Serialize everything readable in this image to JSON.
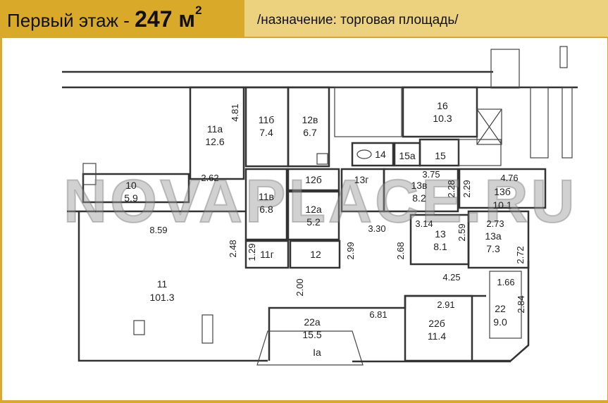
{
  "header": {
    "floor_label": "Первый этаж - ",
    "area_value": "247 м",
    "area_sup": "2",
    "purpose": "/назначение: торговая площадь/"
  },
  "watermark": "NOVAPLACE.RU",
  "colors": {
    "header_dark": "#d9a92a",
    "header_light": "#ecd27e"
  },
  "rooms": [
    {
      "num": "11а",
      "area": "12.6"
    },
    {
      "num": "11б",
      "area": "7.4"
    },
    {
      "num": "12в",
      "area": "6.7"
    },
    {
      "num": "16",
      "area": "10.3"
    },
    {
      "num": "10",
      "area": "5.9"
    },
    {
      "num": "11в",
      "area": "6.8"
    },
    {
      "num": "12б"
    },
    {
      "num": "12а",
      "area": "5.2"
    },
    {
      "num": "13г"
    },
    {
      "num": "13в",
      "area": "8.2"
    },
    {
      "num": "13б",
      "area": "10.1"
    },
    {
      "num": "14"
    },
    {
      "num": "15а"
    },
    {
      "num": "15"
    },
    {
      "num": "13",
      "area": "8.1"
    },
    {
      "num": "13а",
      "area": "7.3"
    },
    {
      "num": "11г"
    },
    {
      "num": "12"
    },
    {
      "num": "11",
      "area": "101.3"
    },
    {
      "num": "22а",
      "area": "15.5"
    },
    {
      "num": "22б",
      "area": "11.4"
    },
    {
      "num": "22",
      "area": "9.0"
    },
    {
      "num": "Iа"
    }
  ],
  "dimensions": [
    "4.81",
    "2.62",
    "8.59",
    "2.48",
    "1.29",
    "2.99",
    "3.30",
    "2.68",
    "3.14",
    "2.59",
    "3.75",
    "2.28",
    "2.29",
    "4.76",
    "2.73",
    "2.72",
    "4.25",
    "1.66",
    "2.84",
    "2.91",
    "6.81",
    "2.00"
  ]
}
